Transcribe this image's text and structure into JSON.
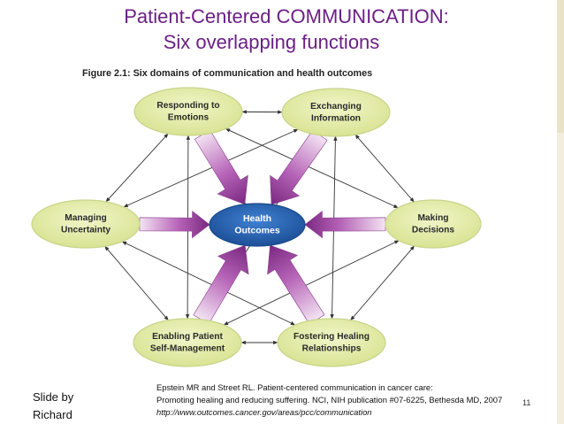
{
  "slide": {
    "title_line1": "Patient-Centered COMMUNICATION:",
    "title_line2": "Six overlapping functions",
    "slide_by_line1": "Slide by",
    "slide_by_line2": "Richard",
    "page_number": "11"
  },
  "figure": {
    "caption": "Figure 2.1: Six domains of communication and health outcomes",
    "center": {
      "line1": "Health",
      "line2": "Outcomes"
    },
    "domains": {
      "responding": {
        "line1": "Responding to",
        "line2": "Emotions"
      },
      "exchanging": {
        "line1": "Exchanging",
        "line2": "Information"
      },
      "managing": {
        "line1": "Managing",
        "line2": "Uncertainty"
      },
      "making": {
        "line1": "Making",
        "line2": "Decisions"
      },
      "enabling": {
        "line1": "Enabling Patient",
        "line2": "Self-Management"
      },
      "fostering": {
        "line1": "Fostering Healing",
        "line2": "Relationships"
      }
    }
  },
  "citation": {
    "line1": "Epstein MR and Street RL. Patient-centered communication in cancer care:",
    "line2": "Promoting healing and reducing suffering. NCI, NIH publication #07-6225, Bethesda MD, 2007",
    "url": "http://www.outcomes.cancer.gov/areas/pcc/communication"
  },
  "colors": {
    "title": "#6b1f86",
    "node_fill": "#e4eca5",
    "node_stroke": "#c9d489",
    "center_fill": "#2b67b8",
    "arrow_purple": "#9a3f9e",
    "arrow_light": "#e3c9e4"
  }
}
